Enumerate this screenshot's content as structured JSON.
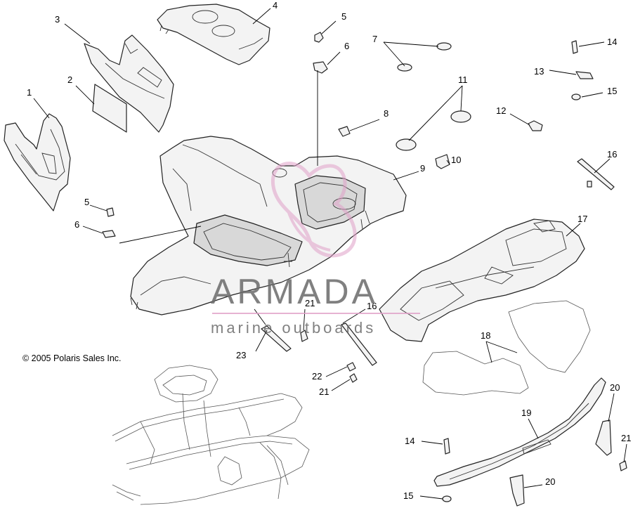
{
  "copyright": "© 2005 Polaris Sales Inc.",
  "watermark": {
    "title": "ARMADA",
    "subtitle": "marine outboards",
    "logo_color": "#e0a0c8",
    "text_color": "#6b6b6b"
  },
  "callouts": [
    "1",
    "2",
    "3",
    "4",
    "5",
    "6",
    "7",
    "8",
    "9",
    "10",
    "11",
    "12",
    "13",
    "14",
    "15",
    "16",
    "17",
    "18",
    "19",
    "20",
    "21",
    "22",
    "23",
    "5",
    "6",
    "21",
    "16",
    "14",
    "15",
    "20",
    "21"
  ]
}
